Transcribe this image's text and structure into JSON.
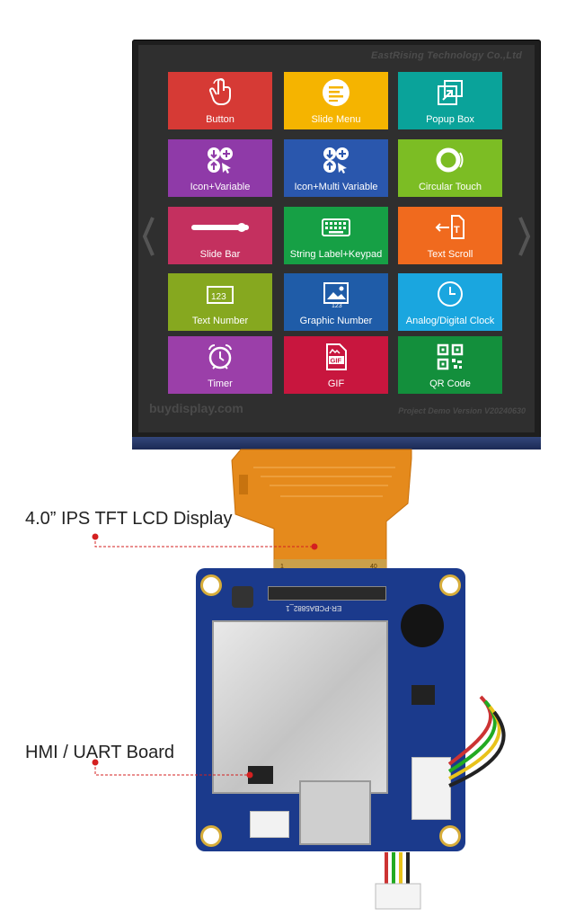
{
  "screen": {
    "brand_top": "EastRising Technology Co.,Ltd",
    "brand_bottom": "buydisplay.com",
    "version": "Project Demo Version V20240630",
    "tiles": [
      {
        "label": "Button",
        "color": "#d63a35",
        "icon": "pointer-hand-icon"
      },
      {
        "label": "Slide Menu",
        "color": "#f5b400",
        "icon": "slide-menu-icon"
      },
      {
        "label": "Popup Box",
        "color": "#0aa39a",
        "icon": "popup-box-icon"
      },
      {
        "label": "Icon+Variable",
        "color": "#8f3aa8",
        "icon": "icon-variable-icon"
      },
      {
        "label": "Icon+Multi Variable",
        "color": "#2a57ad",
        "icon": "icon-multi-variable-icon"
      },
      {
        "label": "Circular Touch",
        "color": "#7cbd24",
        "icon": "circular-touch-icon"
      },
      {
        "label": "Slide Bar",
        "color": "#c4305f",
        "icon": "slide-bar-icon"
      },
      {
        "label": "String Label+Keypad",
        "color": "#16a045",
        "icon": "keyboard-icon"
      },
      {
        "label": "Text Scroll",
        "color": "#f06a1e",
        "icon": "text-scroll-icon"
      },
      {
        "label": "Text Number",
        "color": "#86a81f",
        "icon": "text-number-icon"
      },
      {
        "label": "Graphic Number",
        "color": "#1f5ca8",
        "icon": "graphic-number-icon"
      },
      {
        "label": "Analog/Digital Clock",
        "color": "#1aa6df",
        "icon": "clock-icon"
      },
      {
        "label": "Timer",
        "color": "#9b3fa9",
        "icon": "alarm-clock-icon"
      },
      {
        "label": "GIF",
        "color": "#c8163e",
        "icon": "gif-file-icon"
      },
      {
        "label": "QR Code",
        "color": "#138f3c",
        "icon": "qr-code-icon"
      }
    ]
  },
  "callouts": {
    "display": "4.0” IPS TFT LCD Display",
    "board": "HMI / UART Board"
  },
  "board_marks": {
    "model": "ER-PCBA5882_1",
    "fpc_pin_first": "1",
    "fpc_pin_last": "40"
  }
}
